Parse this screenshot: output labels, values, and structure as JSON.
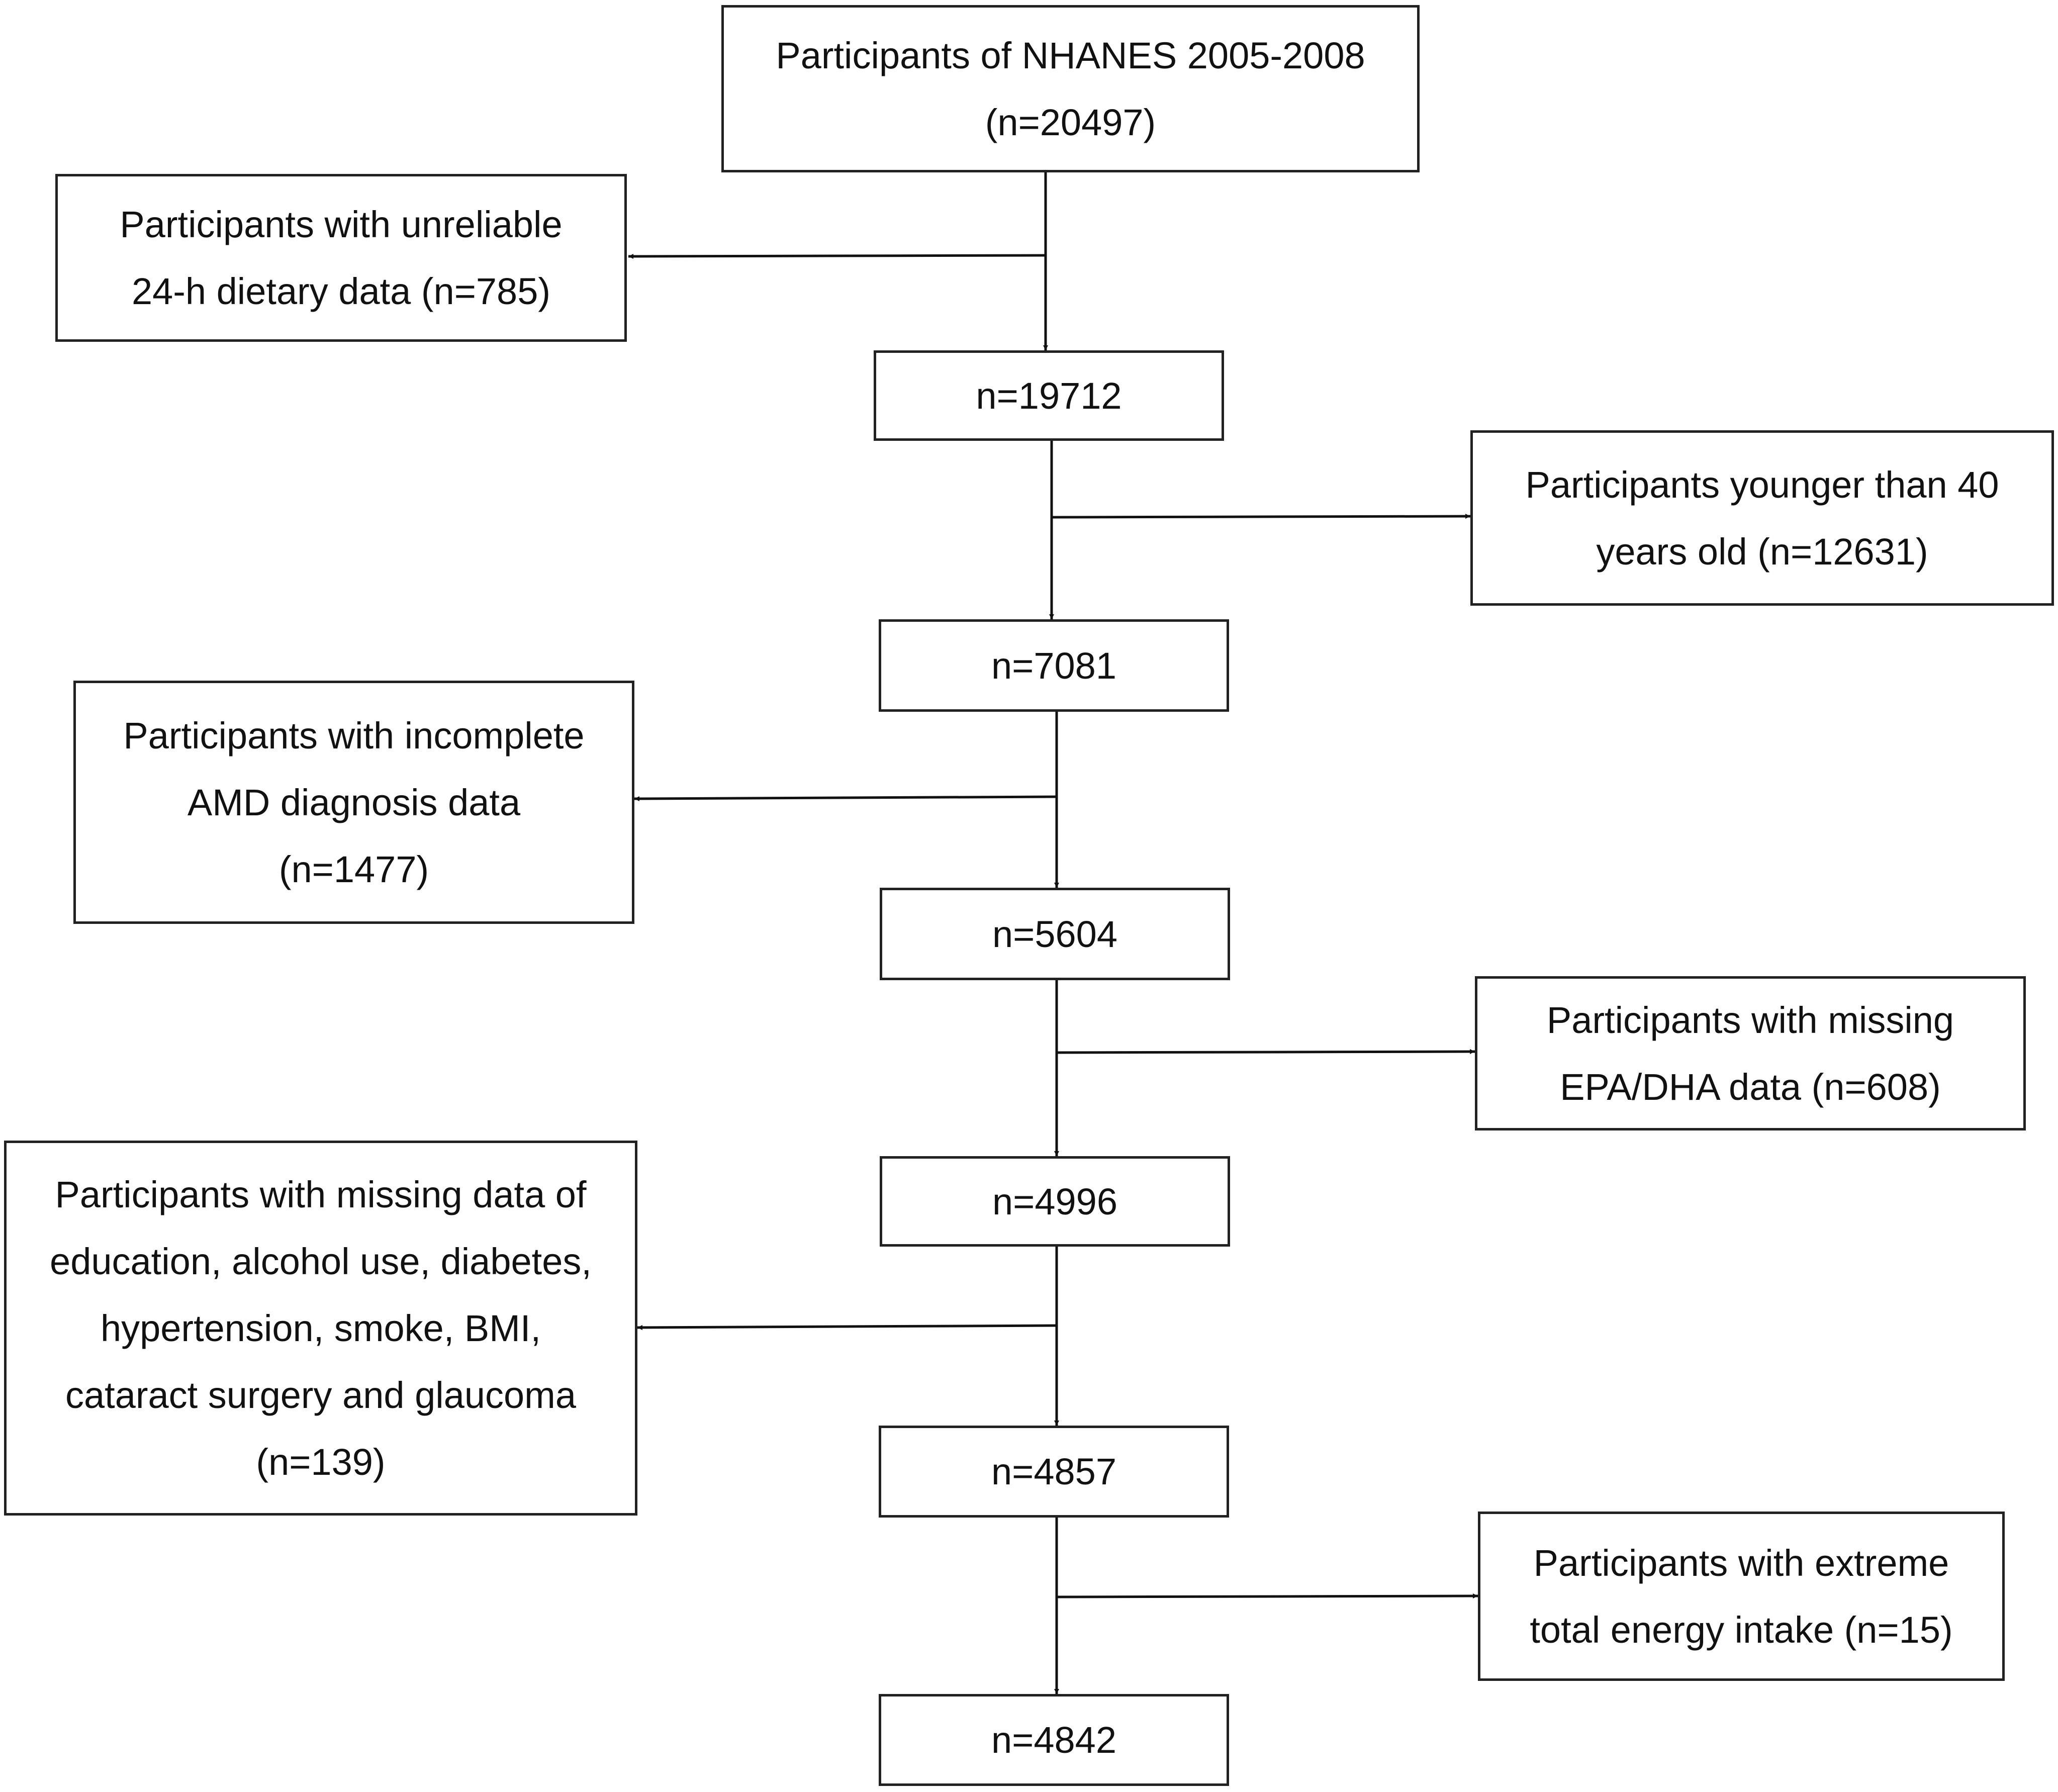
{
  "main_flow": [
    {
      "lines": [
        "Participants of NHANES 2005-2008",
        "(n=20497)"
      ]
    },
    {
      "lines": [
        "n=19712"
      ]
    },
    {
      "lines": [
        "n=7081"
      ]
    },
    {
      "lines": [
        "n=5604"
      ]
    },
    {
      "lines": [
        "n=4996"
      ]
    },
    {
      "lines": [
        "n=4857"
      ]
    },
    {
      "lines": [
        "n=4842"
      ]
    }
  ],
  "exclusions": [
    {
      "lines": [
        "Participants with unreliable",
        "24-h dietary data (n=785)"
      ]
    },
    {
      "lines": [
        "Participants younger than 40",
        "years old (n=12631)"
      ]
    },
    {
      "lines": [
        "Participants with incomplete",
        "AMD diagnosis data",
        "(n=1477)"
      ]
    },
    {
      "lines": [
        "Participants with missing",
        "EPA/DHA data (n=608)"
      ]
    },
    {
      "lines": [
        "Participants with missing data of",
        "education, alcohol use, diabetes,",
        "hypertension, smoke, BMI,",
        "cataract surgery and glaucoma",
        "(n=139)"
      ]
    },
    {
      "lines": [
        "Participants with extreme",
        "total energy intake (n=15)"
      ]
    }
  ]
}
